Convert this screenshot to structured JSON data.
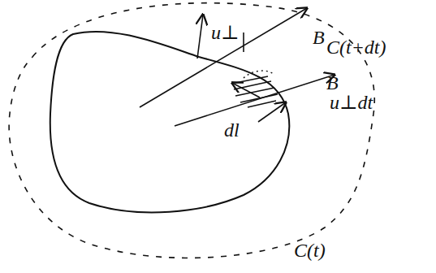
{
  "diagram": {
    "labels": [
      "u⊥",
      "B",
      "C(t+dt)",
      "B",
      "u⊥dt",
      "dl",
      "C(t)"
    ]
  }
}
